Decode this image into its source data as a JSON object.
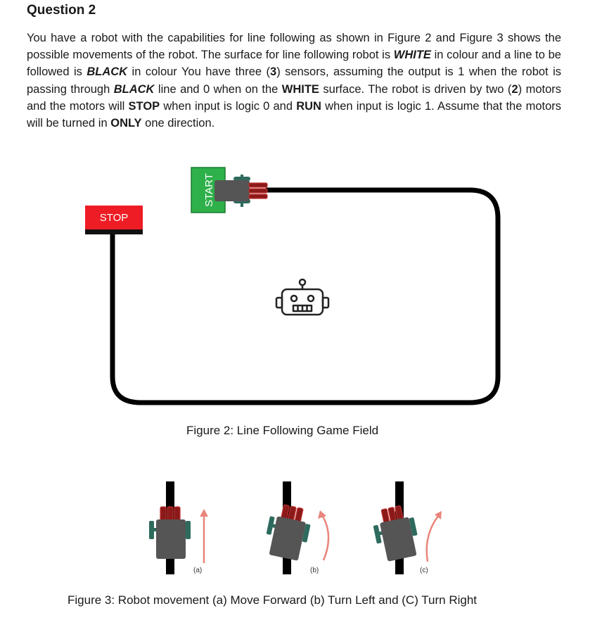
{
  "question": {
    "title": "Question 2",
    "parts": [
      "You have a robot with the capabilities for line following as shown in Figure 2 and Figure 3 shows the possible movements of the robot. The surface for line following robot is ",
      "WHITE",
      " in colour and a line to be followed is ",
      "BLACK",
      " in colour You have three (",
      "3",
      ") sensors, assuming the output is 1 when the robot is passing through ",
      "BLACK",
      " line and 0 when on the ",
      "WHITE",
      " surface. The robot is driven by two (",
      "2",
      ") motors and the motors will ",
      "STOP",
      " when input is logic 0 and ",
      "RUN",
      " when input is logic 1. Assume that the motors will be turned in ",
      "ONLY",
      " one direction."
    ]
  },
  "figure2": {
    "start_label": "START",
    "stop_label": "STOP",
    "caption": "Figure 2: Line Following Game Field",
    "colors": {
      "start": "#2eb04a",
      "stop": "#ee1c24",
      "line": "#000000",
      "robot_body": "#555555",
      "wheel": "#2e6b5e",
      "sensor": "#8b1a1a"
    }
  },
  "figure3": {
    "labels": [
      "(a)",
      "(b)",
      "(c)"
    ],
    "caption": "Figure 3: Robot movement (a) Move Forward (b) Turn Left and (C) Turn Right",
    "arrow_color": "#e8857c"
  }
}
